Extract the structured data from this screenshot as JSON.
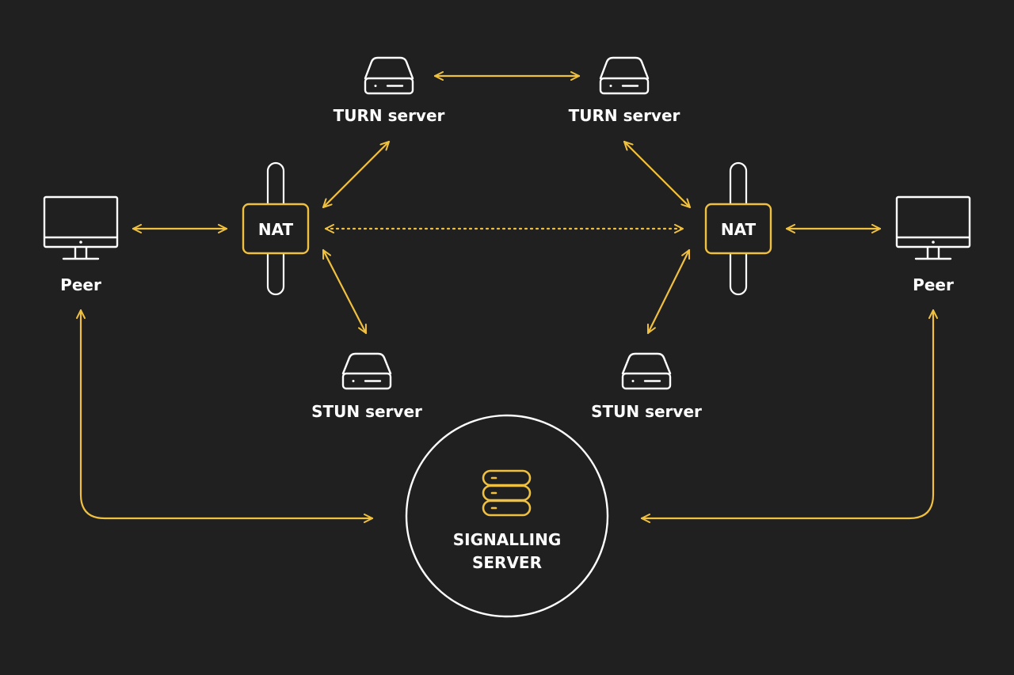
{
  "colors": {
    "background": "#202020",
    "accent": "#f0c040",
    "stroke": "#ffffff"
  },
  "labels": {
    "peer_left": "Peer",
    "peer_right": "Peer",
    "nat_left": "NAT",
    "nat_right": "NAT",
    "turn_left": "TURN server",
    "turn_right": "TURN server",
    "stun_left": "STUN server",
    "stun_right": "STUN server",
    "signalling_line1": "SIGNALLING",
    "signalling_line2": "SERVER"
  },
  "icons": {
    "peer": "monitor-icon",
    "turn": "drive-server-icon",
    "stun": "drive-server-icon",
    "signalling": "server-stack-icon",
    "nat": "nat-barrier-icon"
  },
  "connections": [
    {
      "from": "peer_left",
      "to": "nat_left",
      "style": "solid"
    },
    {
      "from": "nat_left",
      "to": "turn_left",
      "style": "solid"
    },
    {
      "from": "nat_left",
      "to": "stun_left",
      "style": "solid"
    },
    {
      "from": "turn_left",
      "to": "turn_right",
      "style": "solid"
    },
    {
      "from": "nat_left",
      "to": "nat_right",
      "style": "dotted"
    },
    {
      "from": "turn_right",
      "to": "nat_right",
      "style": "solid"
    },
    {
      "from": "stun_right",
      "to": "nat_right",
      "style": "solid"
    },
    {
      "from": "nat_right",
      "to": "peer_right",
      "style": "solid"
    },
    {
      "from": "peer_left",
      "to": "signalling",
      "style": "solid"
    },
    {
      "from": "peer_right",
      "to": "signalling",
      "style": "solid"
    }
  ]
}
